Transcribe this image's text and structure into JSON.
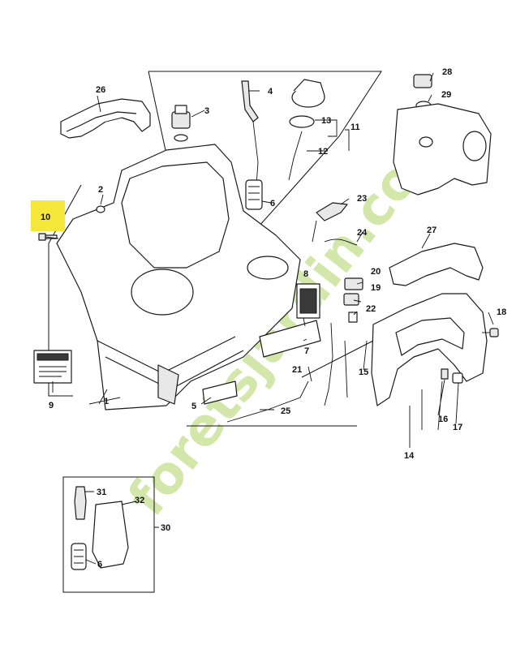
{
  "diagram": {
    "watermark": "foretsjardin.com",
    "highlighted_callout": "10",
    "colors": {
      "highlight": "#f5e63a",
      "watermark": "#c5df8e",
      "line": "#1a1a1a"
    },
    "callouts": {
      "c1": "1",
      "c2": "2",
      "c3": "3",
      "c4": "4",
      "c5": "5",
      "c6": "6",
      "c6b": "6",
      "c7": "7",
      "c8": "8",
      "c9": "9",
      "c10": "10",
      "c11": "11",
      "c12": "12",
      "c13": "13",
      "c14": "14",
      "c15": "15",
      "c16": "16",
      "c17": "17",
      "c18": "18",
      "c19": "19",
      "c20": "20",
      "c21": "21",
      "c22": "22",
      "c23": "23",
      "c24": "24",
      "c25": "25",
      "c26": "26",
      "c27": "27",
      "c28": "28",
      "c29": "29",
      "c30": "30",
      "c31": "31",
      "c32": "32"
    }
  }
}
